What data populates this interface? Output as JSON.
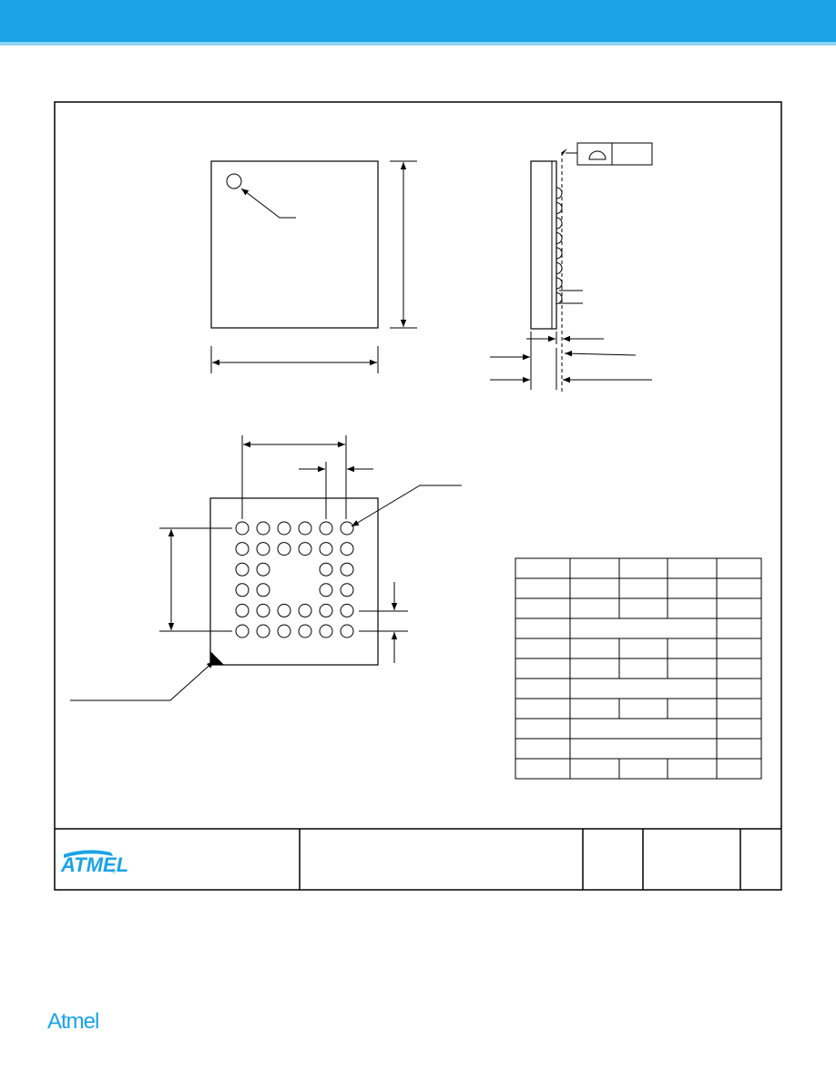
{
  "document": {
    "title_block_logo_text": "ATMEL",
    "title_block_logo_mark": "®",
    "footer_brand": "Atmel",
    "brand_color": "#1aa3e6",
    "header_color": "#1aa3e6",
    "header_stripe_color": "#8dd3f4"
  },
  "drawing": {
    "ball_grid": {
      "rows": [
        [
          1,
          1,
          1,
          1,
          1,
          1
        ],
        [
          1,
          1,
          1,
          1,
          1,
          1
        ],
        [
          1,
          1,
          0,
          0,
          1,
          1
        ],
        [
          1,
          1,
          0,
          0,
          1,
          1
        ],
        [
          1,
          1,
          1,
          1,
          1,
          1
        ],
        [
          1,
          1,
          1,
          1,
          1,
          1
        ]
      ]
    },
    "side_view_ball_count": 8,
    "dimension_table": {
      "row_count": 11,
      "merged_rows": [
        3,
        6,
        8,
        9
      ]
    }
  }
}
